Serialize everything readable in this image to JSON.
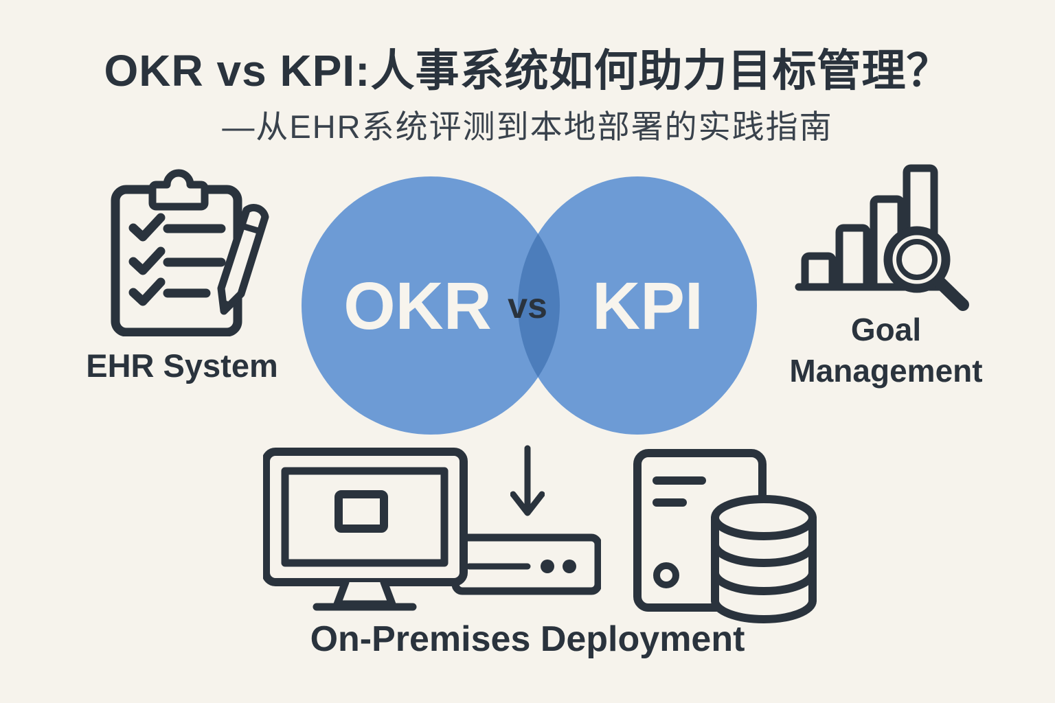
{
  "colors": {
    "bg": "#F6F3EC",
    "ink": "#2A333D",
    "ink-soft": "#39424C",
    "circle": "#6D9BD5",
    "overlap": "#4C7DBB",
    "venn-text": "#F7F4ED"
  },
  "header": {
    "title": "OKR vs KPI:人事系统如何助力目标管理？",
    "subtitle": "—从EHR系统评测到本地部署的实践指南"
  },
  "venn": {
    "left": "OKR",
    "middle": "vs",
    "right": "KPI"
  },
  "labels": {
    "ehr": "EHR System",
    "goal": "Goal Management",
    "deployment": "On-Premises Deployment"
  },
  "icons": {
    "ehr": "clipboard-checklist-pencil-icon",
    "goal": "bar-chart-magnifier-icon",
    "flow": "down-arrow-icon",
    "deployment_left": "monitor-server-icon",
    "deployment_right": "server-tower-database-icon"
  }
}
